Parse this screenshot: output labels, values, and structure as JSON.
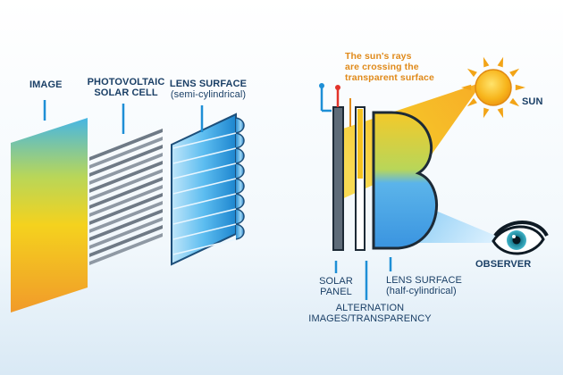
{
  "colors": {
    "label": "#1a3f66",
    "orange_label": "#e08a1a",
    "line_blue": "#1e8fd6",
    "terminal_red": "#e2332a",
    "lens_blue": "#3aa4e6",
    "sun_yellow": "#f6b21b"
  },
  "left_panel": {
    "image_label": "IMAGE",
    "cell_label": "PHOTOVOLTAIC\nSOLAR CELL",
    "lens_label_title": "LENS SURFACE",
    "lens_label_sub": "(semi-cylindrical)"
  },
  "right_panel": {
    "terminal_plus": "+",
    "terminal_minus": "−",
    "rays_note": "The sun's rays\nare crossing the\ntransparent surface",
    "sun_label": "SUN",
    "observer_label": "OBSERVER",
    "solar_panel_label": "SOLAR\nPANEL",
    "alternation_label": "ALTERNATION\nIMAGES/TRANSPARENCY",
    "lens_label_title": "LENS SURFACE",
    "lens_label_sub": "(half-cylindrical)"
  },
  "icons": [
    "sun-icon",
    "eye-icon",
    "plus-terminal-icon",
    "minus-terminal-icon"
  ]
}
